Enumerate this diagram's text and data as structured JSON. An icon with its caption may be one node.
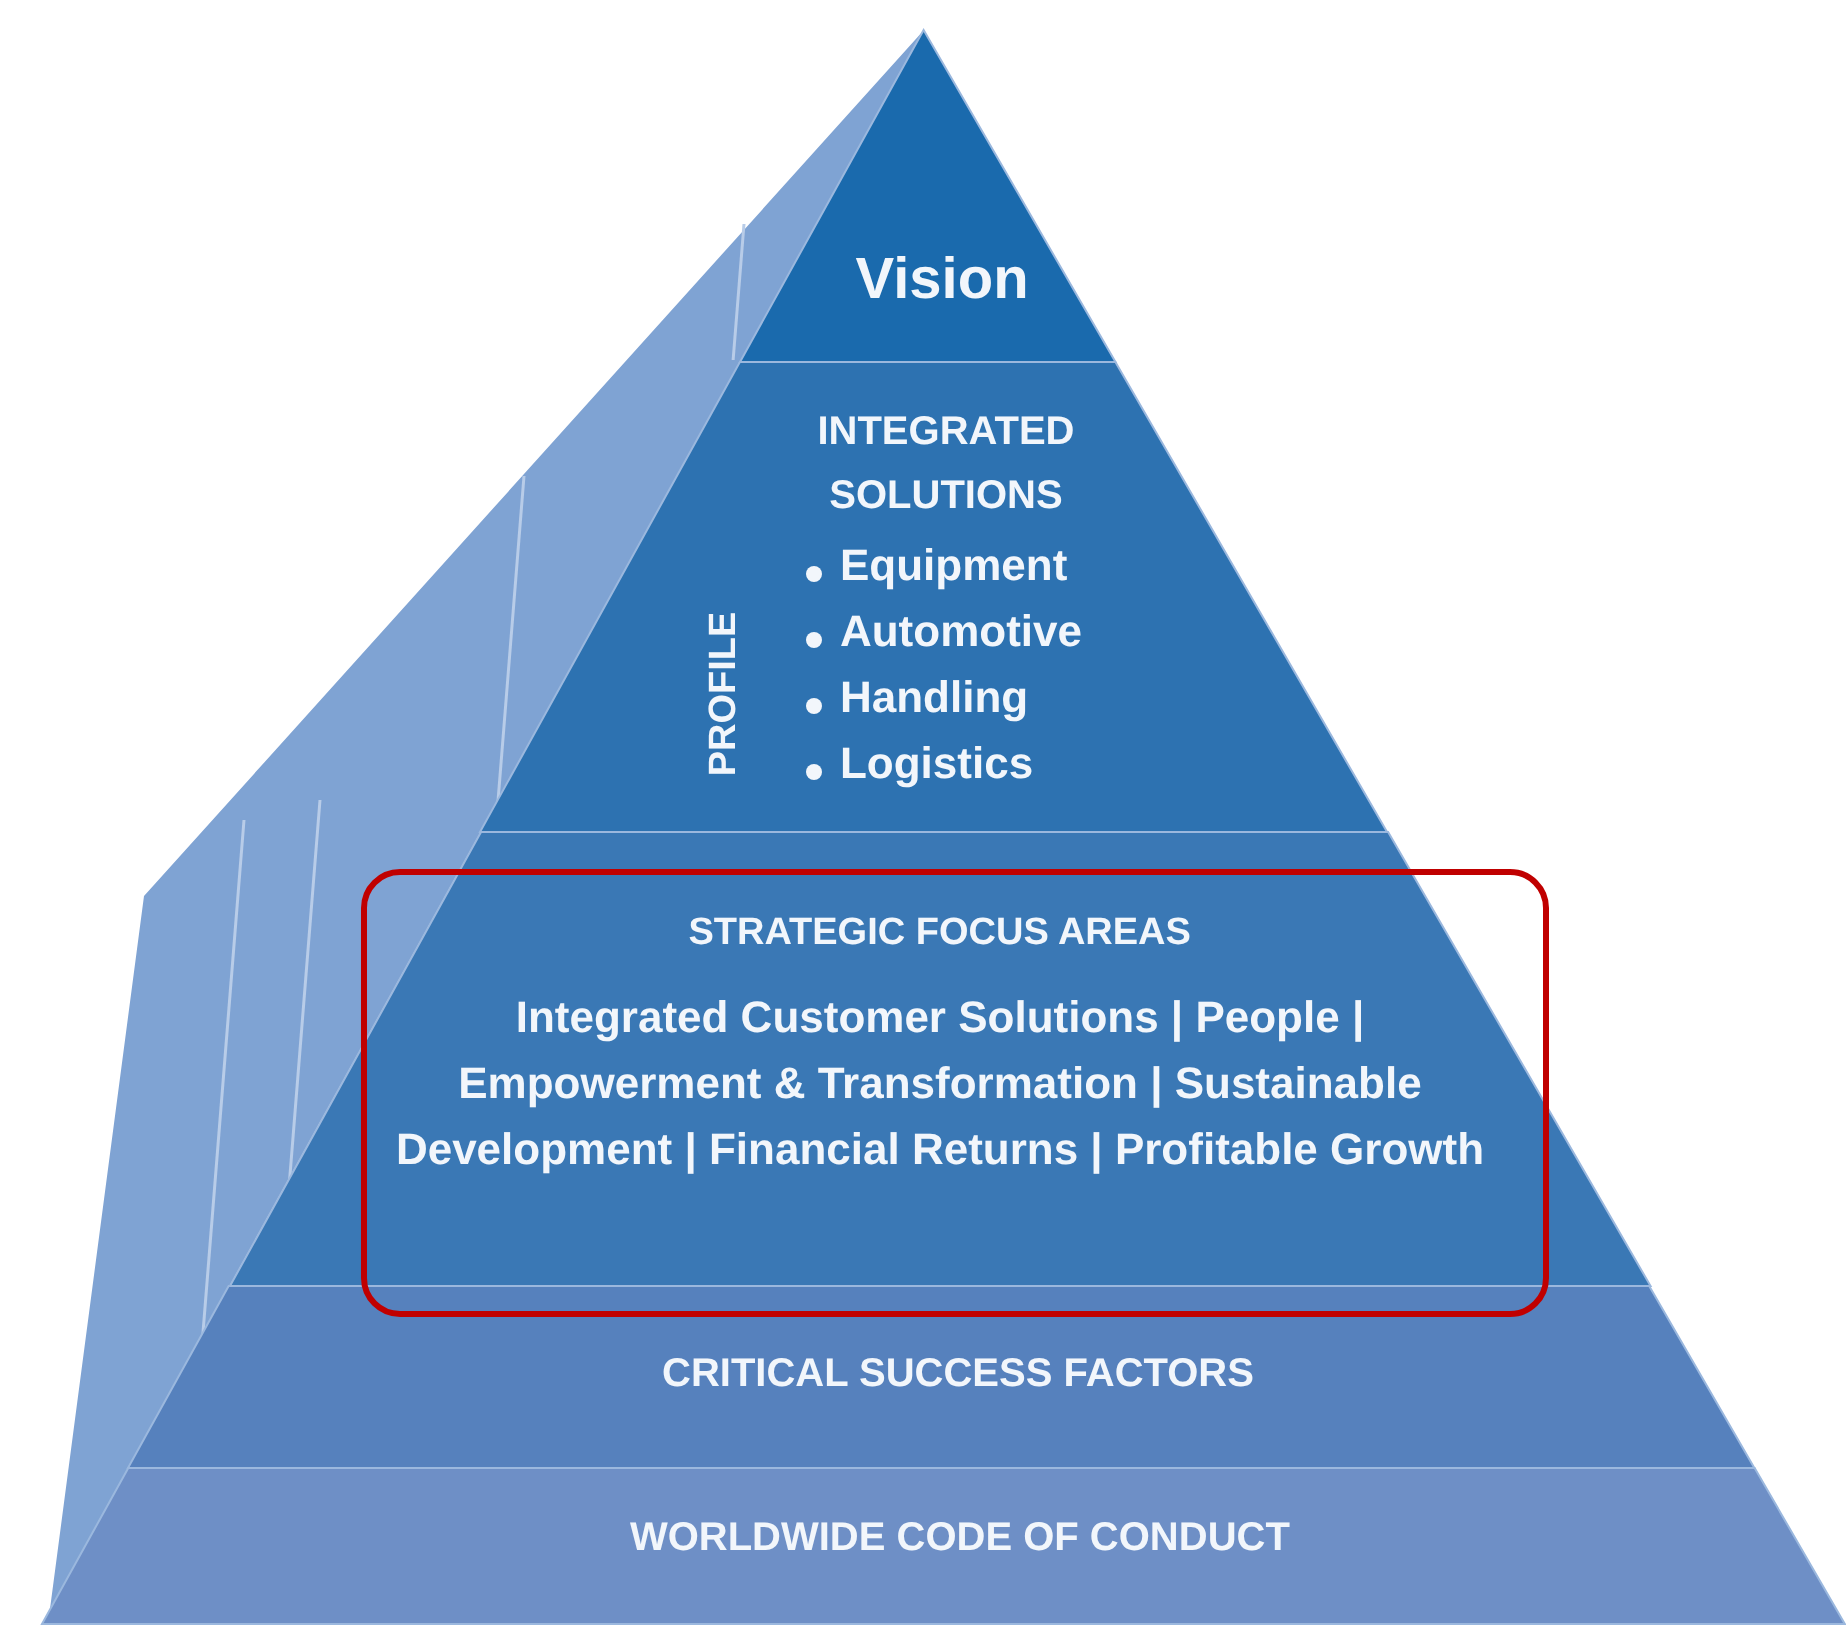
{
  "diagram": {
    "nodes": [
      {
        "text": [
          "Vision"
        ]
      },
      {
        "text": [
          "PROFILE",
          "INTEGRATED SOLUTIONS",
          "Equipment",
          "Automotive",
          "Handling",
          "Logistics"
        ]
      },
      {
        "text": [
          "STRATEGIC FOCUS AREAS",
          "Integrated Customer Solutions | People | Empowerment & Transformation | Sustainable Development | Financial Returns | Profitable Growth"
        ]
      },
      {
        "text": [
          "CRITICAL SUCCESS FACTORS"
        ]
      },
      {
        "text": [
          "WORLDWIDE CODE OF CONDUCT"
        ]
      }
    ]
  }
}
